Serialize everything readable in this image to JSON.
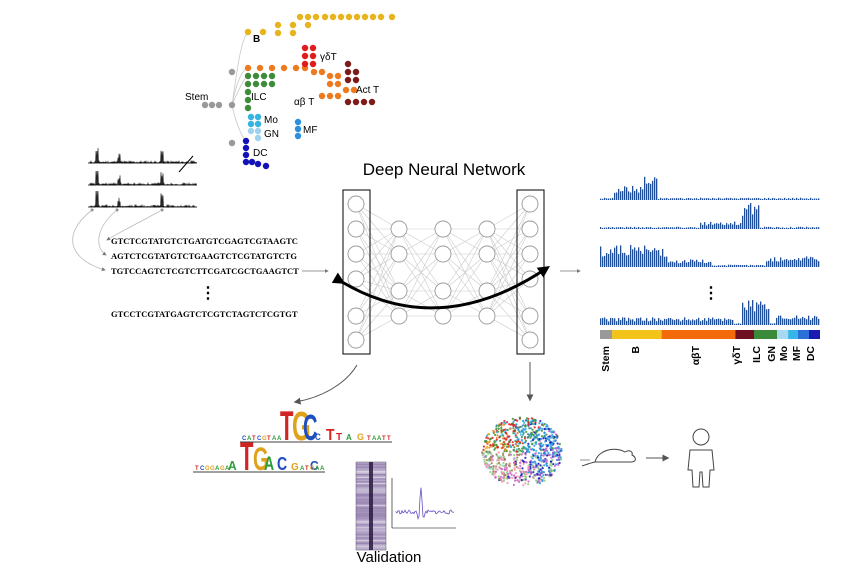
{
  "title": "Deep Neural Network",
  "footer_label": "Validation",
  "tree": {
    "labels": {
      "stem": "Stem",
      "b": "B",
      "gdt": "γδT",
      "act_t": "Act T",
      "abt": "αβ T",
      "ilc": "ILC",
      "mo": "Mo",
      "gn": "GN",
      "mf": "MF",
      "dc": "DC"
    },
    "colors": {
      "stem": "#999999",
      "b": "#e8b41e",
      "t": "#ee7a1f",
      "gdt": "#e01b1b",
      "act_t": "#7d1a1a",
      "ilc": "#3d8c3a",
      "mo": "#34b4e0",
      "gn": "#9fd2ef",
      "mf": "#2a8fe0",
      "dc": "#1212b8"
    }
  },
  "sequences": [
    "GTCTCGTATGTCTGATGTCGAGTCGTAAGTC",
    "AGTCTCGTATGTCTGAAGTCTCGTATGTCTG",
    "TGTCCAGTCTCGTCTTCGATCGCTGAAGTCT",
    "GTCCTCGTATGAGTCTCGTCTAGTCTCGTGT"
  ],
  "ellipsis": "⋮",
  "cell_bar": {
    "segments": [
      {
        "label": "Stem",
        "color": "#999999",
        "fraction": 0.055
      },
      {
        "label": "B",
        "color": "#f2c318",
        "fraction": 0.225
      },
      {
        "label": "αβT",
        "color": "#f26a0a",
        "fraction": 0.335
      },
      {
        "label": "γδT",
        "color": "#6e0f22",
        "fraction": 0.085
      },
      {
        "label": "ILC",
        "color": "#3b8a3a",
        "fraction": 0.105
      },
      {
        "label": "GN",
        "color": "#a8d8f2",
        "fraction": 0.05
      },
      {
        "label": "Mo",
        "color": "#38b6e8",
        "fraction": 0.045
      },
      {
        "label": "MF",
        "color": "#2a70d8",
        "fraction": 0.05
      },
      {
        "label": "DC",
        "color": "#1a1ab0",
        "fraction": 0.05
      }
    ]
  },
  "logo_letters": {
    "top": [
      "T",
      "G",
      "C",
      "C",
      "T",
      "T",
      "A",
      "G"
    ],
    "bottom": [
      "A",
      "T",
      "G",
      "A",
      "C",
      "G",
      "C"
    ]
  },
  "accent_color": "#1f4e9a"
}
